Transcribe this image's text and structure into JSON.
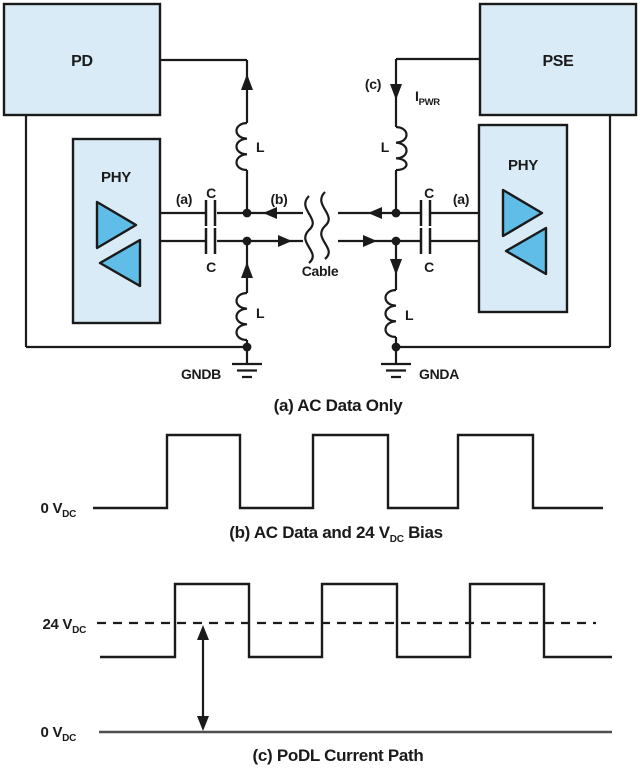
{
  "colors": {
    "background": "#ffffff",
    "line": "#1a1a1a",
    "box_fill": "#d9ebf7",
    "triangle_fill": "#5fbde8",
    "zero_line_gray": "#4f4f4f"
  },
  "circuit": {
    "pd_label": "PD",
    "pse_label": "PSE",
    "phy_label": "PHY",
    "cap_label": "C",
    "inductor_label": "L",
    "point_a": "(a)",
    "point_b": "(b)",
    "point_c": "(c)",
    "ipwr_base": "I",
    "ipwr_sub": "PWR",
    "cable_label": "Cable",
    "gndb_label": "GNDB",
    "gnda_label": "GNDA"
  },
  "captions": {
    "a": "(a) AC Data Only",
    "b_main": "(b) AC Data and 24 V",
    "b_sub": "DC",
    "b_tail": " Bias",
    "c": "(c) PoDL Current Path"
  },
  "waveform_a": {
    "zero_base": "0 V",
    "zero_sub": "DC"
  },
  "waveform_c": {
    "bias_base": "24 V",
    "bias_sub": "DC",
    "zero_base": "0 V",
    "zero_sub": "DC"
  }
}
